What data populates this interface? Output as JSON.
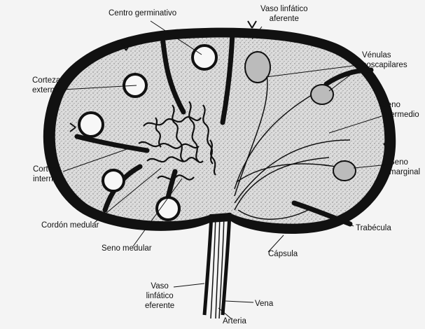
{
  "labels": {
    "centro_germinativo": "Centro germinativo",
    "vaso_aferente_1": "Vaso linfático",
    "vaso_aferente_2": "aferente",
    "venulas_1": "Vénulas",
    "venulas_2": "poscapilares",
    "corteza_externa_1": "Corteza",
    "corteza_externa_2": "externa",
    "seno_intermedio_1": "Seno",
    "seno_intermedio_2": "intermedio",
    "corteza_interna_1": "Corteza",
    "corteza_interna_2": "interna",
    "seno_marginal_1": "Seno",
    "seno_marginal_2": "marginal",
    "cordon_medular": "Cordón medular",
    "trabecula": "Trabécula",
    "seno_medular": "Seno medular",
    "capsula": "Cápsula",
    "vaso_eferente_1": "Vaso",
    "vaso_eferente_2": "linfático",
    "vaso_eferente_3": "eferente",
    "vena": "Vena",
    "arteria": "Arteria"
  },
  "colors": {
    "ink": "#111111",
    "cortex_fill": "#d9d9d9",
    "sinus_fill": "#f7f7f7",
    "background": "#f4f4f4"
  }
}
